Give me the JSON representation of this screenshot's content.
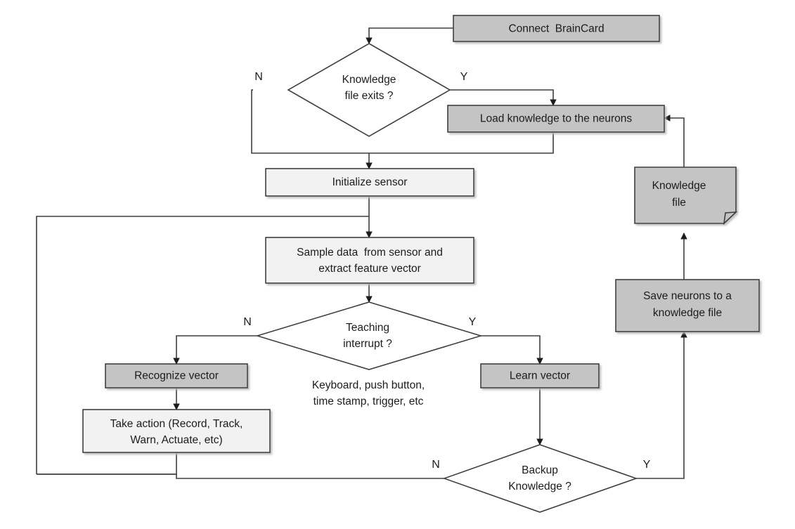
{
  "diagram": {
    "type": "flowchart",
    "title": "BrainCard neuron learning and recognition flowchart",
    "colors": {
      "shape_fill_gray": "#c4c4c4",
      "shape_fill_light": "#f2f2f2",
      "shape_stroke": "#3f3f3f",
      "edge_stroke": "#3f3f3f",
      "text": "#1c1c1c",
      "background": "#ffffff"
    },
    "nodes": {
      "connect_braincard": {
        "label": "Connect  BrainCard",
        "shape": "process",
        "fill": "gray"
      },
      "knowledge_file_exits": {
        "label_line1": "Knowledge",
        "label_line2": "file exits ?",
        "shape": "decision",
        "fill": "white"
      },
      "load_knowledge": {
        "label": "Load knowledge to the neurons",
        "shape": "process",
        "fill": "gray"
      },
      "initialize_sensor": {
        "label": "Initialize sensor",
        "shape": "process",
        "fill": "light"
      },
      "sample_data": {
        "label_line1": "Sample data  from sensor and",
        "label_line2": "extract feature vector",
        "shape": "process",
        "fill": "light"
      },
      "teaching_interrupt": {
        "label_line1": "Teaching",
        "label_line2": "interrupt ?",
        "shape": "decision",
        "fill": "white"
      },
      "recognize_vector": {
        "label": "Recognize vector",
        "shape": "process",
        "fill": "gray"
      },
      "take_action": {
        "label_line1": "Take action (Record, Track,",
        "label_line2": "Warn, Actuate, etc)",
        "shape": "process",
        "fill": "light"
      },
      "learn_vector": {
        "label": "Learn vector",
        "shape": "process",
        "fill": "gray"
      },
      "backup_knowledge": {
        "label_line1": "Backup",
        "label_line2": "Knowledge ?",
        "shape": "decision",
        "fill": "white"
      },
      "save_neurons": {
        "label_line1": "Save neurons to a",
        "label_line2": "knowledge file",
        "shape": "process",
        "fill": "gray"
      },
      "knowledge_file_doc": {
        "label_line1": "Knowledge",
        "label_line2": "file",
        "shape": "document",
        "fill": "gray"
      }
    },
    "annotations": {
      "teaching_note_line1": "Keyboard, push button,",
      "teaching_note_line2": "time stamp, trigger, etc"
    },
    "branch_labels": {
      "knowledge_exits_no": "N",
      "knowledge_exits_yes": "Y",
      "teaching_no": "N",
      "teaching_yes": "Y",
      "backup_no": "N",
      "backup_yes": "Y"
    },
    "edges": [
      {
        "from": "connect_braincard",
        "to": "knowledge_file_exits",
        "label": ""
      },
      {
        "from": "knowledge_file_exits",
        "to": "load_knowledge",
        "label": "Y"
      },
      {
        "from": "knowledge_file_exits",
        "to": "initialize_sensor",
        "label": "N"
      },
      {
        "from": "load_knowledge",
        "to": "initialize_sensor",
        "label": ""
      },
      {
        "from": "initialize_sensor",
        "to": "sample_data",
        "label": ""
      },
      {
        "from": "sample_data",
        "to": "teaching_interrupt",
        "label": ""
      },
      {
        "from": "teaching_interrupt",
        "to": "recognize_vector",
        "label": "N"
      },
      {
        "from": "teaching_interrupt",
        "to": "learn_vector",
        "label": "Y"
      },
      {
        "from": "recognize_vector",
        "to": "take_action",
        "label": ""
      },
      {
        "from": "take_action",
        "to": "sample_data",
        "label": ""
      },
      {
        "from": "learn_vector",
        "to": "backup_knowledge",
        "label": ""
      },
      {
        "from": "backup_knowledge",
        "to": "sample_data",
        "label": "N"
      },
      {
        "from": "backup_knowledge",
        "to": "save_neurons",
        "label": "Y"
      },
      {
        "from": "save_neurons",
        "to": "knowledge_file_doc",
        "label": ""
      },
      {
        "from": "knowledge_file_doc",
        "to": "load_knowledge",
        "label": ""
      }
    ]
  }
}
